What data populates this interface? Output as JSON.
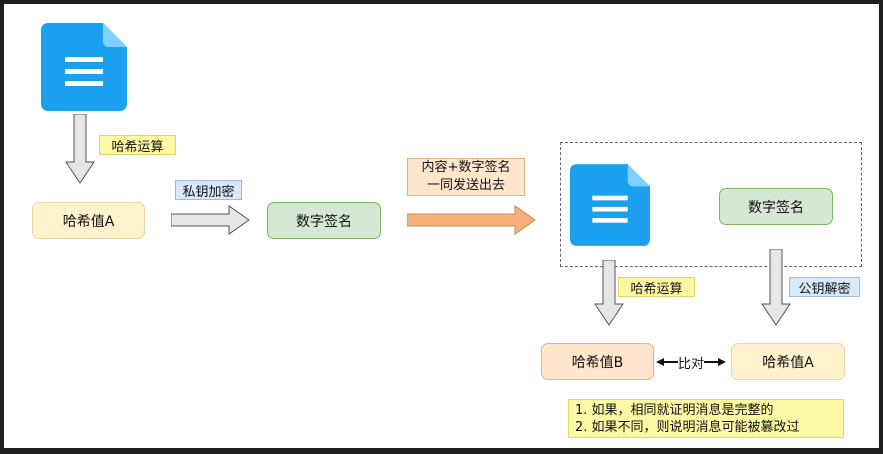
{
  "left": {
    "hash_op_label": "哈希运算",
    "hash_value": "哈希值A",
    "private_encrypt_label": "私钥加密",
    "signature": "数字签名",
    "send_label_line1": "内容+数字签名",
    "send_label_line2": "一同发送出去"
  },
  "right": {
    "signature": "数字签名",
    "hash_op_label": "哈希运算",
    "public_decrypt_label": "公钥解密",
    "hash_b": "哈希值B",
    "compare_label": "比对",
    "hash_a": "哈希值A",
    "notes": [
      "1. 如果，相同就证明消息是完整的",
      "2. 如果不同，则说明消息可能被篡改过"
    ]
  },
  "icons": {
    "document": "document-icon"
  },
  "colors": {
    "doc_blue": "#1aa0ef",
    "arrow_gray": "#e6e6e6",
    "arrow_orange": "#f5b07a"
  }
}
